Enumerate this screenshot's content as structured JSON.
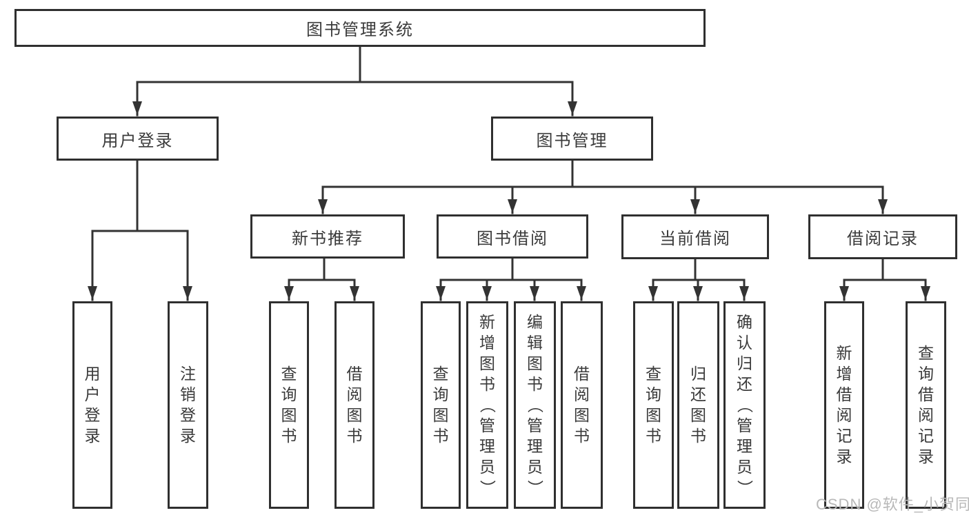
{
  "diagram": {
    "type": "hierarchy-chart",
    "colors": {
      "line": "#333333",
      "box_border": "#2f2f2f",
      "box_background": "#ffffff",
      "text": "#3a3a3a",
      "watermark": "#b8b8b8"
    },
    "tree": {
      "label": "图书管理系统",
      "children": [
        {
          "label": "用户登录",
          "children": [
            {
              "label": "用户登录"
            },
            {
              "label": "注销登录"
            }
          ]
        },
        {
          "label": "图书管理",
          "children": [
            {
              "label": "新书推荐",
              "children": [
                {
                  "label": "查询图书"
                },
                {
                  "label": "借阅图书"
                }
              ]
            },
            {
              "label": "图书借阅",
              "children": [
                {
                  "label": "查询图书"
                },
                {
                  "label": "新增图书（管理员）"
                },
                {
                  "label": "编辑图书（管理员）"
                },
                {
                  "label": "借阅图书"
                }
              ]
            },
            {
              "label": "当前借阅",
              "children": [
                {
                  "label": "查询图书"
                },
                {
                  "label": "归还图书"
                },
                {
                  "label": "确认归还（管理员）"
                }
              ]
            },
            {
              "label": "借阅记录",
              "children": [
                {
                  "label": "新增借阅记录"
                },
                {
                  "label": "查询借阅记录"
                }
              ]
            }
          ]
        }
      ]
    },
    "watermark": {
      "text": "CSDN @软件_小贺同学"
    }
  }
}
